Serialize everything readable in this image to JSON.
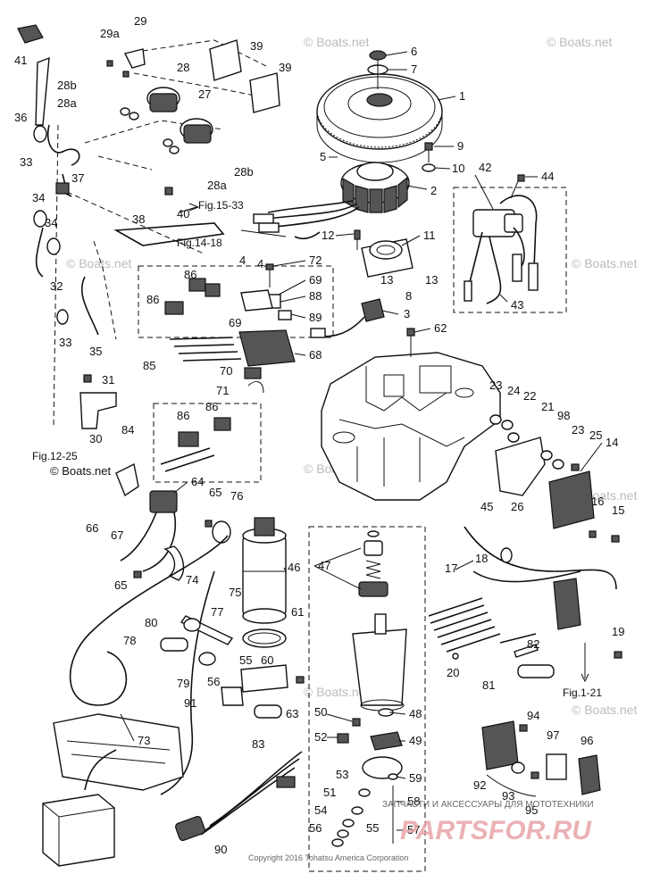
{
  "diagram": {
    "watermark_text": "© Boats.net",
    "corner_watermark": "© Boats.net",
    "copyright": "Copyright 2016 Tohatsu America Corporation",
    "ad_small": "ЗАПЧАСТИ И АКСЕССУАРЫ ДЛЯ МОТОТЕХНИКИ",
    "ad_brand": "PARTSFOR.RU",
    "refs": {
      "r1": "Fig.15-33",
      "r2": "Fig.14-18",
      "r3": "Fig.12-25",
      "r4": "Fig.1-21"
    },
    "callouts": {
      "c1": "1",
      "c2": "2",
      "c3": "3",
      "c4a": "4",
      "c4b": "4",
      "c5": "5",
      "c6": "6",
      "c7": "7",
      "c8": "8",
      "c9": "9",
      "c10": "10",
      "c11": "11",
      "c12": "12",
      "c13a": "13",
      "c13b": "13",
      "c14": "14",
      "c15": "15",
      "c16": "16",
      "c17": "17",
      "c18": "18",
      "c19": "19",
      "c20": "20",
      "c21": "21",
      "c22": "22",
      "c23a": "23",
      "c23b": "23",
      "c24": "24",
      "c25": "25",
      "c26": "26",
      "c27": "27",
      "c28": "28",
      "c28a1": "28a",
      "c28a2": "28a",
      "c28b1": "28b",
      "c28b2": "28b",
      "c29": "29",
      "c29a": "29a",
      "c30": "30",
      "c31": "31",
      "c32": "32",
      "c33a": "33",
      "c33b": "33",
      "c34a": "34",
      "c34b": "34",
      "c35": "35",
      "c36": "36",
      "c37": "37",
      "c38": "38",
      "c39a": "39",
      "c39b": "39",
      "c40": "40",
      "c41": "41",
      "c42": "42",
      "c43": "43",
      "c44": "44",
      "c45": "45",
      "c46": "46",
      "c47": "47",
      "c48": "48",
      "c49": "49",
      "c50": "50",
      "c51": "51",
      "c52": "52",
      "c53": "53",
      "c54": "54",
      "c55a": "55",
      "c55b": "55",
      "c56a": "56",
      "c56b": "56",
      "c57": "57",
      "c58": "58",
      "c59": "59",
      "c60": "60",
      "c61": "61",
      "c62": "62",
      "c63": "63",
      "c64": "64",
      "c65a": "65",
      "c65b": "65",
      "c66": "66",
      "c67": "67",
      "c68": "68",
      "c69a": "69",
      "c69b": "69",
      "c70": "70",
      "c71": "71",
      "c72": "72",
      "c73": "73",
      "c74": "74",
      "c75": "75",
      "c76": "76",
      "c77": "77",
      "c78": "78",
      "c79": "79",
      "c80": "80",
      "c81": "81",
      "c82": "82",
      "c83": "83",
      "c84": "84",
      "c85": "85",
      "c86a": "86",
      "c86b": "86",
      "c86c": "86",
      "c86d": "86",
      "c88": "88",
      "c89": "89",
      "c90": "90",
      "c91": "91",
      "c92": "92",
      "c93": "93",
      "c94": "94",
      "c95": "95",
      "c96": "96",
      "c97": "97",
      "c98": "98"
    }
  }
}
